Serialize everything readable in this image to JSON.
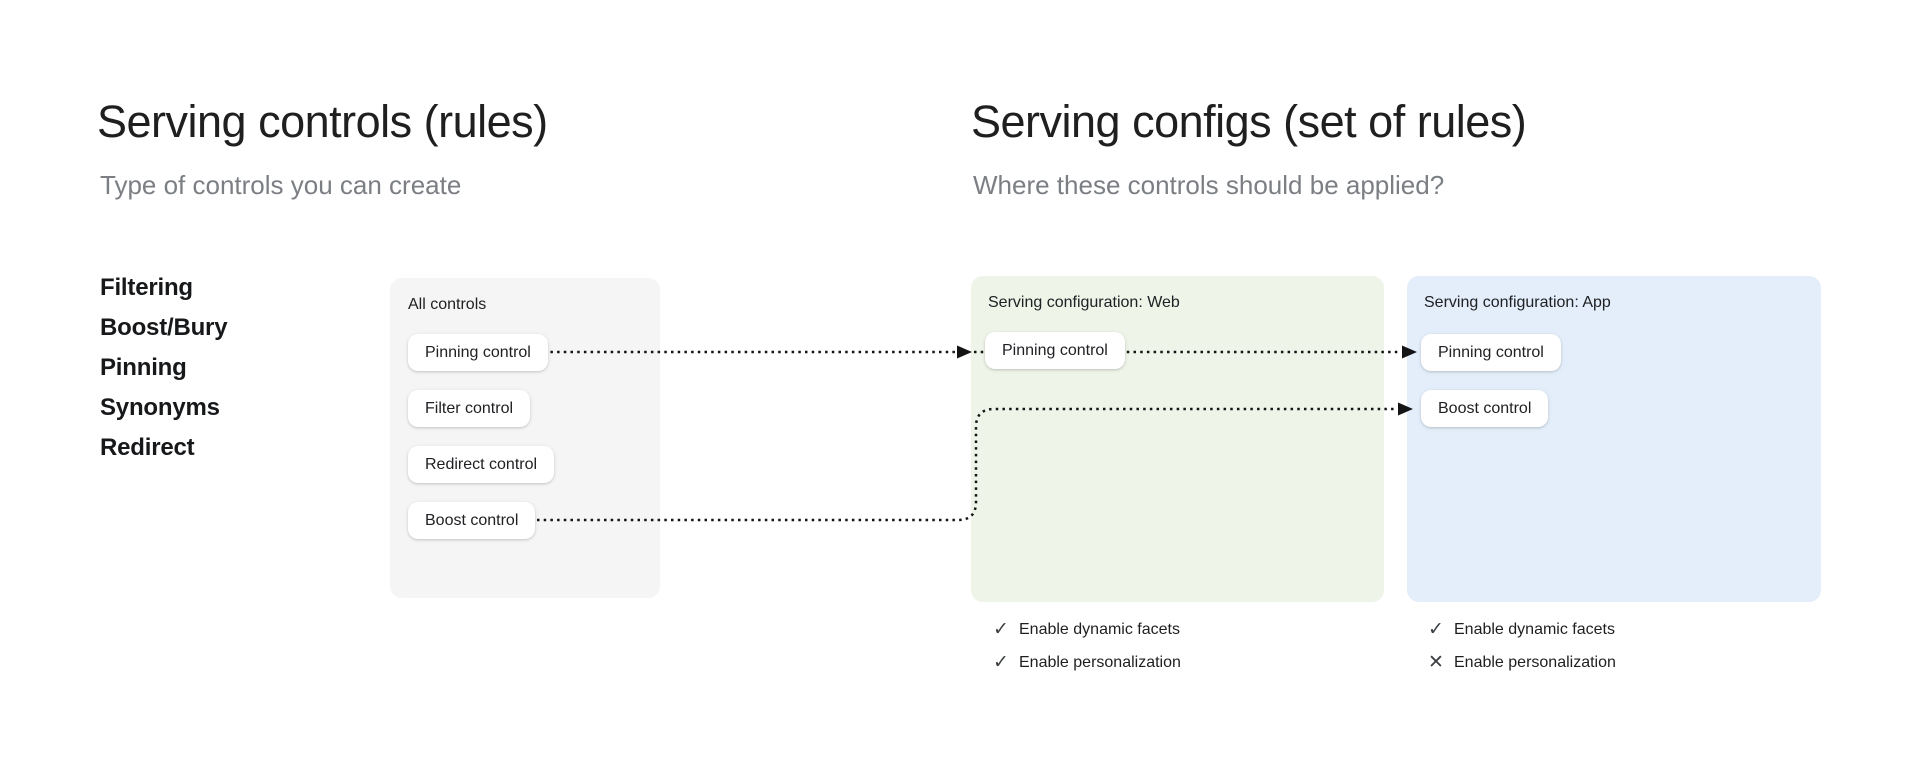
{
  "diagram": {
    "left_section": {
      "title": "Serving controls (rules)",
      "subtitle": "Type of controls you can create",
      "control_types": [
        "Filtering",
        "Boost/Bury",
        "Pinning",
        "Synonyms",
        "Redirect"
      ],
      "all_controls_card": {
        "title": "All controls",
        "chips": [
          "Pinning control",
          "Filter control",
          "Redirect control",
          "Boost control"
        ]
      }
    },
    "right_section": {
      "title": "Serving configs (set of rules)",
      "subtitle": "Where these controls should be applied?",
      "configs": [
        {
          "title": "Serving configuration: Web",
          "chips": [
            "Pinning control"
          ],
          "features": [
            {
              "label": "Enable dynamic facets",
              "enabled": true
            },
            {
              "label": "Enable personalization",
              "enabled": true
            }
          ]
        },
        {
          "title": "Serving configuration: App",
          "chips": [
            "Pinning control",
            "Boost control"
          ],
          "features": [
            {
              "label": "Enable dynamic facets",
              "enabled": true
            },
            {
              "label": "Enable personalization",
              "enabled": false
            }
          ]
        }
      ]
    },
    "icons": {
      "check": "✓",
      "cross": "✕"
    },
    "colors": {
      "text": "#1f1f1f",
      "muted_text": "#7b7e83",
      "all_controls_bg": "#f5f5f5",
      "web_config_bg": "#eef4e8",
      "app_config_bg": "#e3eefa",
      "chip_bg": "#ffffff",
      "connector": "#141414",
      "feature_icon": "#3c4043"
    }
  }
}
